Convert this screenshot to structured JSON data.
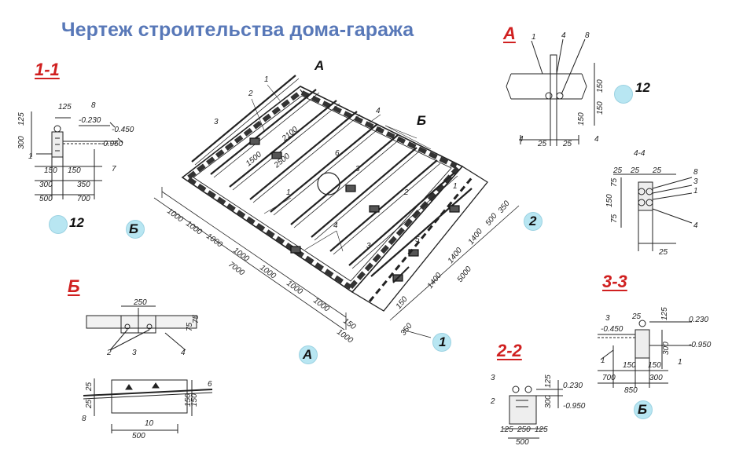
{
  "title": "Чертеж строительства дома-гаража",
  "sections": {
    "s11": "1-1",
    "sA": "А",
    "sB": "Б",
    "s22": "2-2",
    "s33": "3-3"
  },
  "axes": {
    "a12_left": "12",
    "a12_right": "12",
    "aB_left": "Б",
    "aA_top": "А",
    "aA_bottom": "А",
    "a1": "1",
    "a2": "2",
    "aB_top": "Б",
    "aB_bottom": "Б"
  },
  "dims": {
    "d125": "125",
    "d300": "300",
    "d150": "150",
    "d350": "350",
    "d500": "500",
    "d700": "700",
    "d250": "250",
    "d25": "25",
    "d75": "75",
    "d10": "10",
    "d850": "850",
    "d1000": "1000",
    "d7000": "7000",
    "d5000": "5000",
    "d1400": "1400",
    "d2100": "2100",
    "d1500": "1500",
    "d2500": "2500",
    "d44": "4-4",
    "lev1": "-0.450",
    "lev2": "-0.950",
    "lev3": "-0.230",
    "lev4": "0.230"
  },
  "callouts": [
    "1",
    "2",
    "3",
    "4",
    "5",
    "6",
    "7",
    "8"
  ],
  "colors": {
    "title": "#5878b8",
    "section_label": "#d02020",
    "bubble": "#b8e6f2",
    "ink": "#222222"
  }
}
